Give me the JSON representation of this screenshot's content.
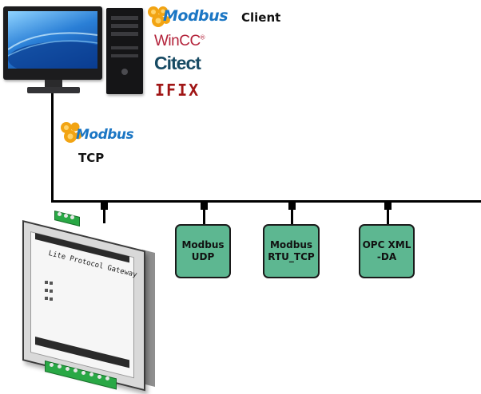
{
  "client_label": {
    "modbus": "Modbus",
    "client": "Client"
  },
  "software": {
    "wincc": "WinCC",
    "wincc_mark": "®",
    "citect": "Citect",
    "ifix": "IFIX"
  },
  "link_label": {
    "modbus": "Modbus",
    "protocol": "TCP"
  },
  "gateway": {
    "name": "Lite Protocol Gateway"
  },
  "protocols": [
    {
      "label": "Modbus\nUDP"
    },
    {
      "label": "Modbus\nRTU_TCP"
    },
    {
      "label": "OPC XML\n-DA"
    }
  ],
  "colors": {
    "protocol_box": "#5db791",
    "modbus_text": "#1b76c4",
    "modbus_gear": "#f2a413",
    "wincc": "#b3223a",
    "citect": "#174a63",
    "ifix": "#a01515",
    "terminal": "#29a845"
  },
  "icons": [
    "monitor-icon",
    "pc-tower-icon",
    "modbus-gear-logo",
    "gateway-device-icon"
  ]
}
